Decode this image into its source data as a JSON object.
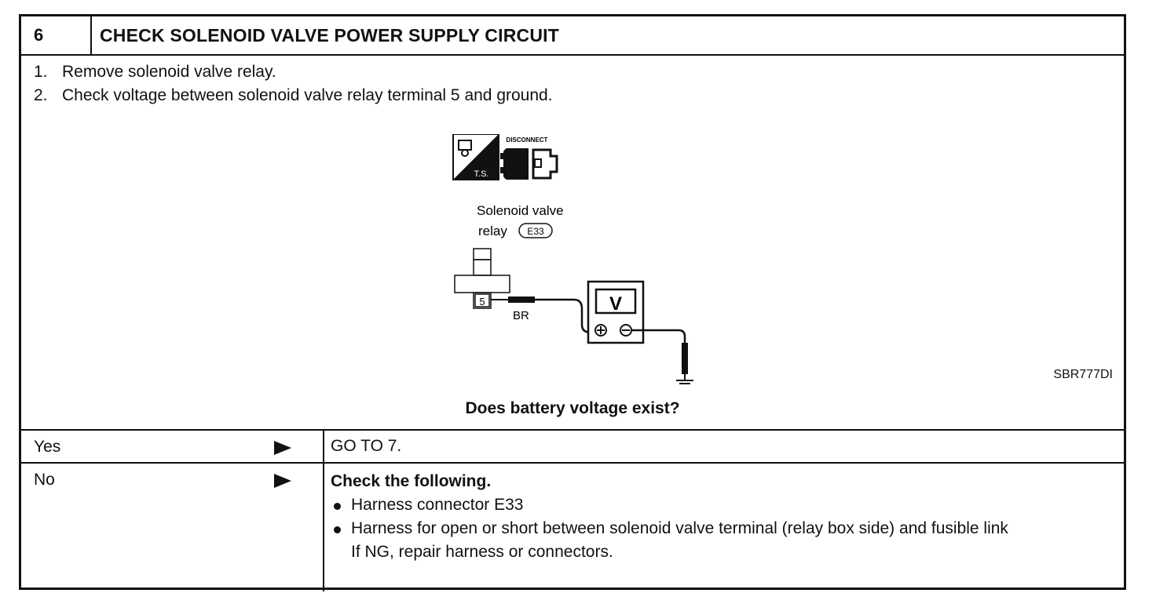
{
  "header": {
    "step_number": "6",
    "title": "CHECK SOLENOID VALVE POWER SUPPLY CIRCUIT"
  },
  "procedure": [
    {
      "num": "1.",
      "text": "Remove solenoid valve relay."
    },
    {
      "num": "2.",
      "text": "Check voltage between solenoid valve relay terminal 5 and ground."
    }
  ],
  "diagram": {
    "ts_label": "T.S.",
    "disconnect_label": "DISCONNECT",
    "component_line1": "Solenoid valve",
    "component_line2": "relay",
    "connector_id": "E33",
    "terminal": "5",
    "wire_color": "BR",
    "meter_label": "V",
    "ref_code": "SBR777DI",
    "colors": {
      "ink": "#111111"
    }
  },
  "question": "Does battery voltage exist?",
  "results": {
    "yes": {
      "label": "Yes",
      "action": "GO TO 7."
    },
    "no": {
      "label": "No",
      "title": "Check the following.",
      "items": [
        "Harness connector E33",
        "Harness for open or short between solenoid valve terminal (relay box side) and fusible link"
      ],
      "note": "If NG, repair harness or connectors."
    }
  }
}
